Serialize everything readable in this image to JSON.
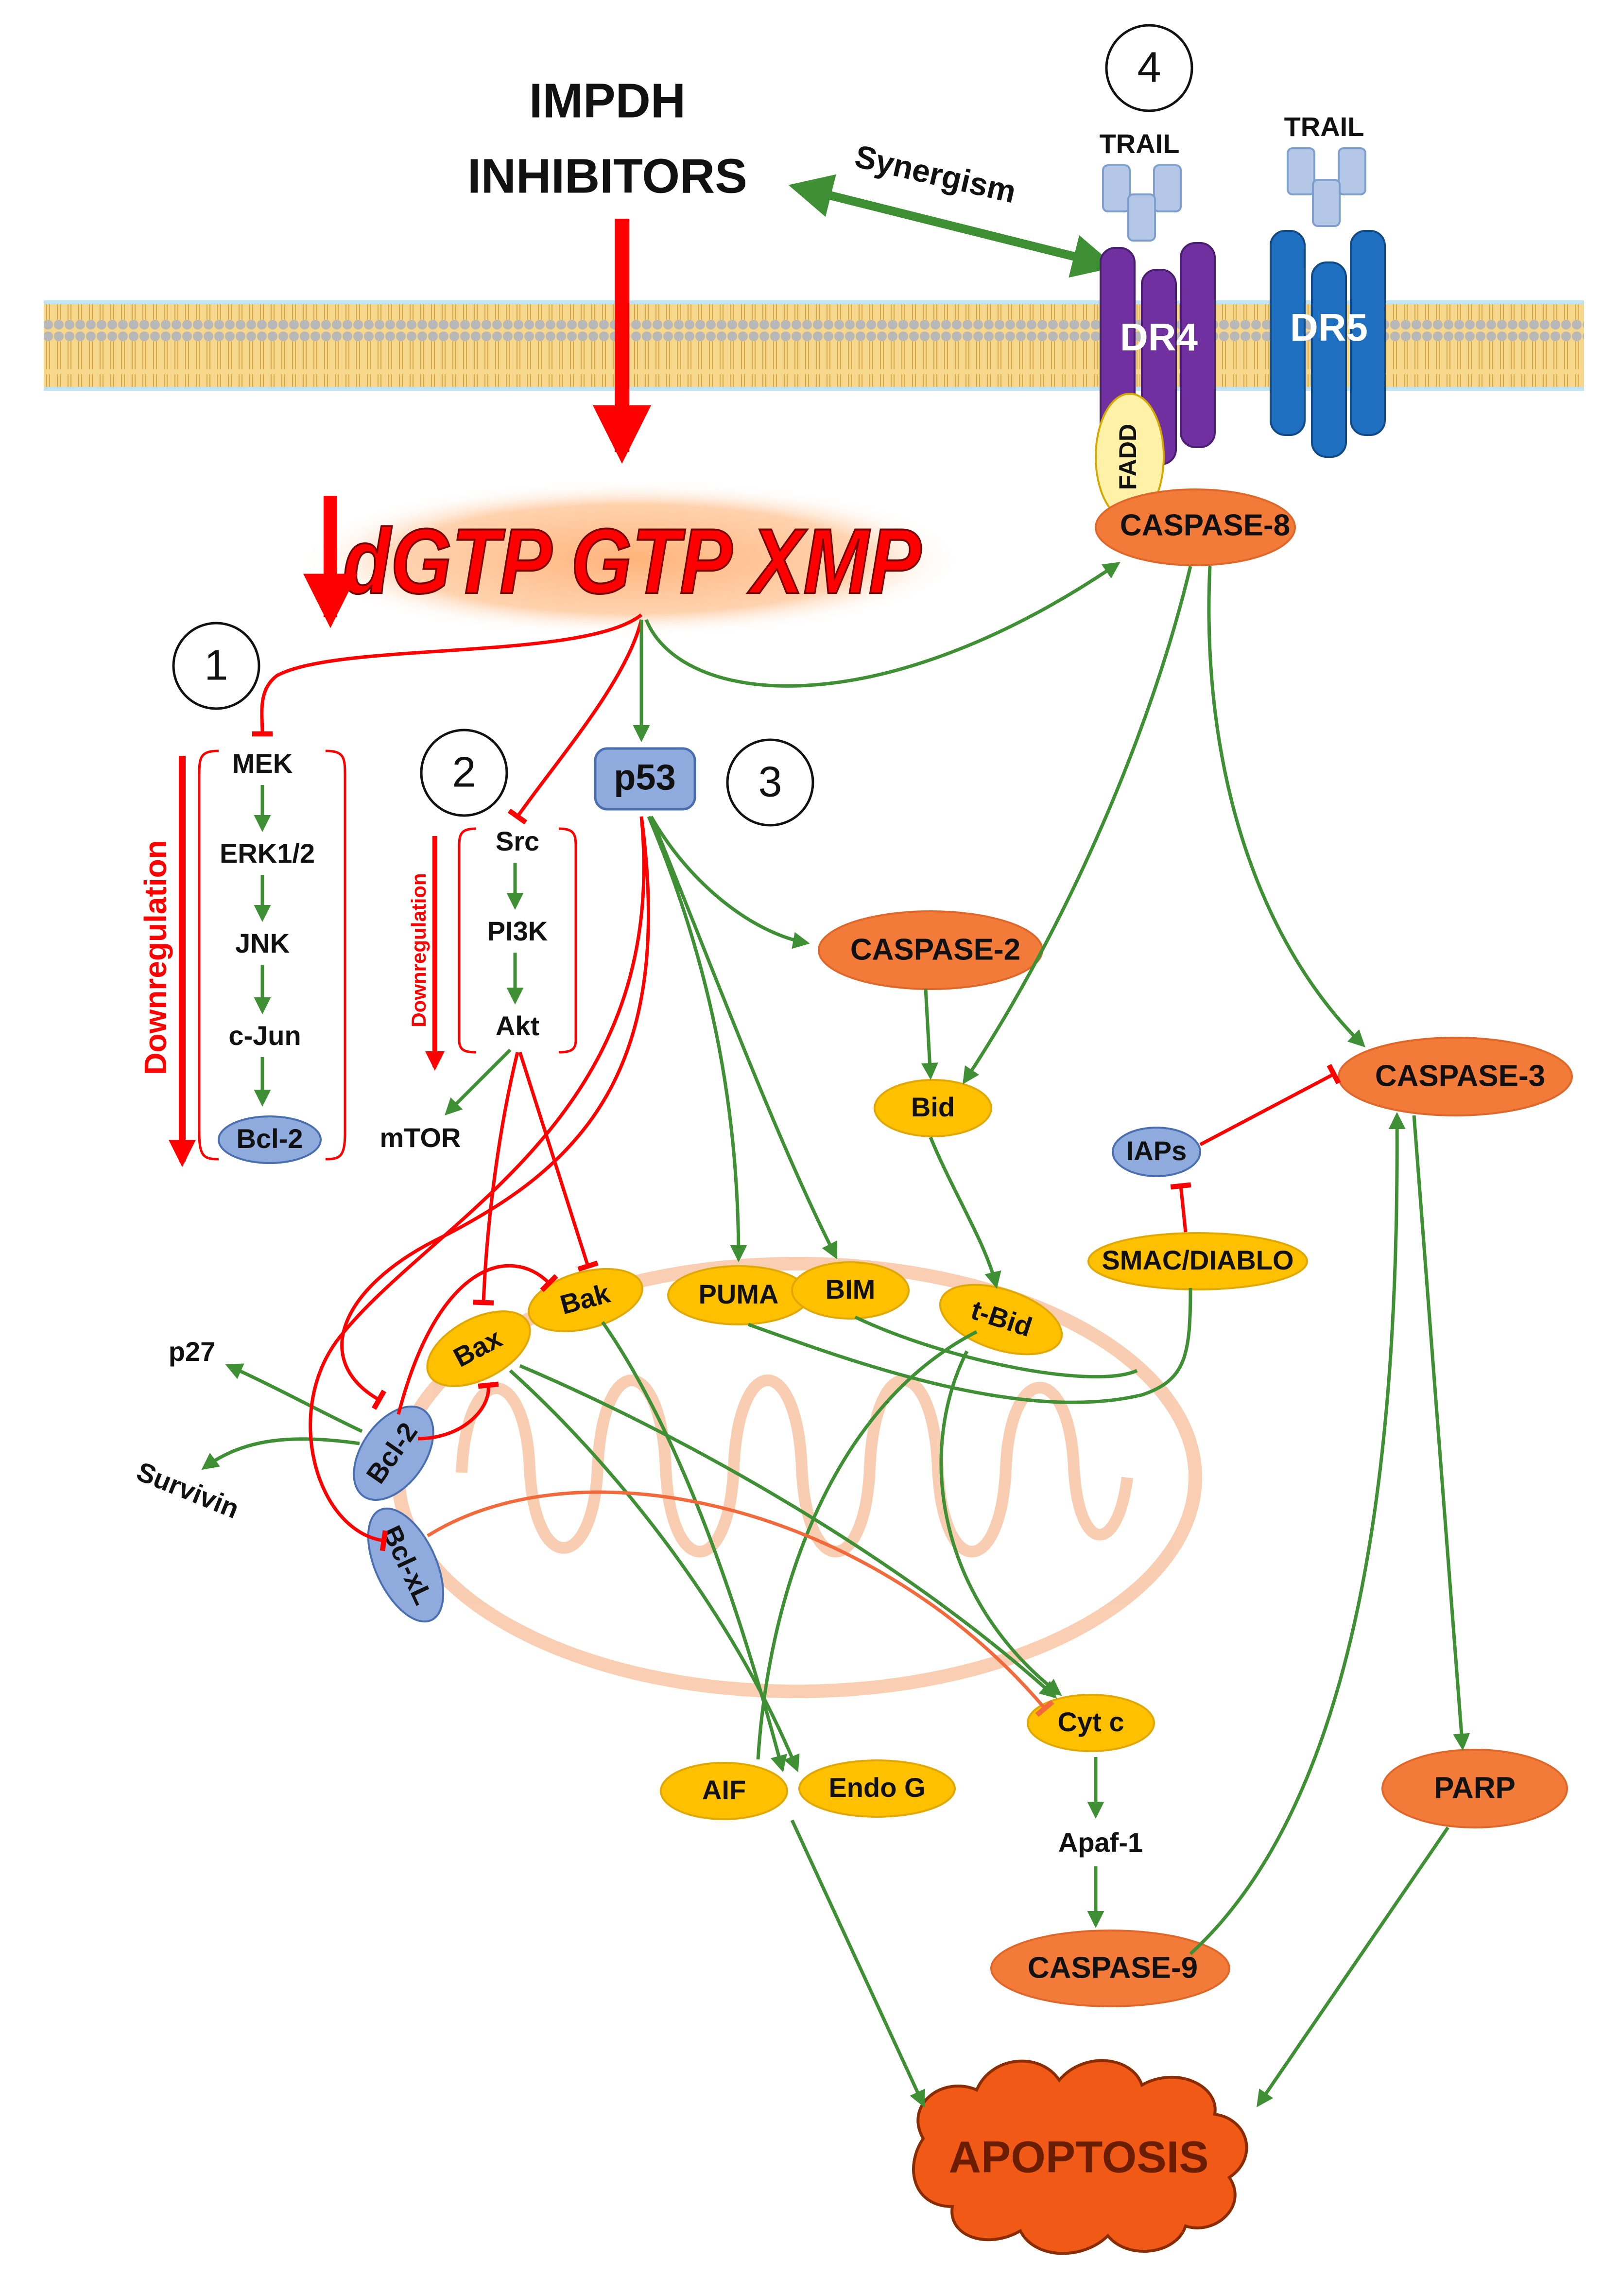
{
  "inhibitor": {
    "line1": "IMPDH",
    "line2": "INHIBITORS"
  },
  "synergism": "Synergism",
  "receptors": {
    "trail1": "TRAIL",
    "trail2": "TRAIL",
    "dr4": "DR4",
    "dr5": "DR5",
    "fadd": "FADD"
  },
  "nucleotides": "dGTP GTP XMP",
  "numbers": {
    "n1": "1",
    "n2": "2",
    "n3": "3",
    "n4": "4"
  },
  "pathway1": {
    "label": "Downregulation",
    "items": [
      "MEK",
      "ERK1/2",
      "JNK",
      "c-Jun",
      "Bcl-2"
    ]
  },
  "pathway2": {
    "label": "Downregulation",
    "items": [
      "Src",
      "PI3K",
      "Akt"
    ],
    "mtor": "mTOR"
  },
  "p53": "p53",
  "caspases": {
    "c8": "CASPASE-8",
    "c2": "CASPASE-2",
    "c3": "CASPASE-3",
    "c9": "CASPASE-9"
  },
  "proteins": {
    "bid": "Bid",
    "tbid": "t-Bid",
    "iaps": "IAPs",
    "smac": "SMAC/DIABLO",
    "bax": "Bax",
    "bak": "Bak",
    "puma": "PUMA",
    "bim": "BIM",
    "bcl2": "Bcl-2",
    "bclxl": "Bcl-xL",
    "p27": "p27",
    "survivin": "Survivin",
    "cytc": "Cyt c",
    "apaf": "Apaf-1",
    "aif": "AIF",
    "endog": "Endo G",
    "parp": "PARP"
  },
  "apoptosis": "APOPTOSIS",
  "colors": {
    "activation": "#3f8f34",
    "inhibition": "#ff0000",
    "caspase": "#f27b3a",
    "protein": "#ffc000",
    "bcl": "#8faadc",
    "dr4": "#7030a0",
    "dr5": "#1f6fc0"
  }
}
